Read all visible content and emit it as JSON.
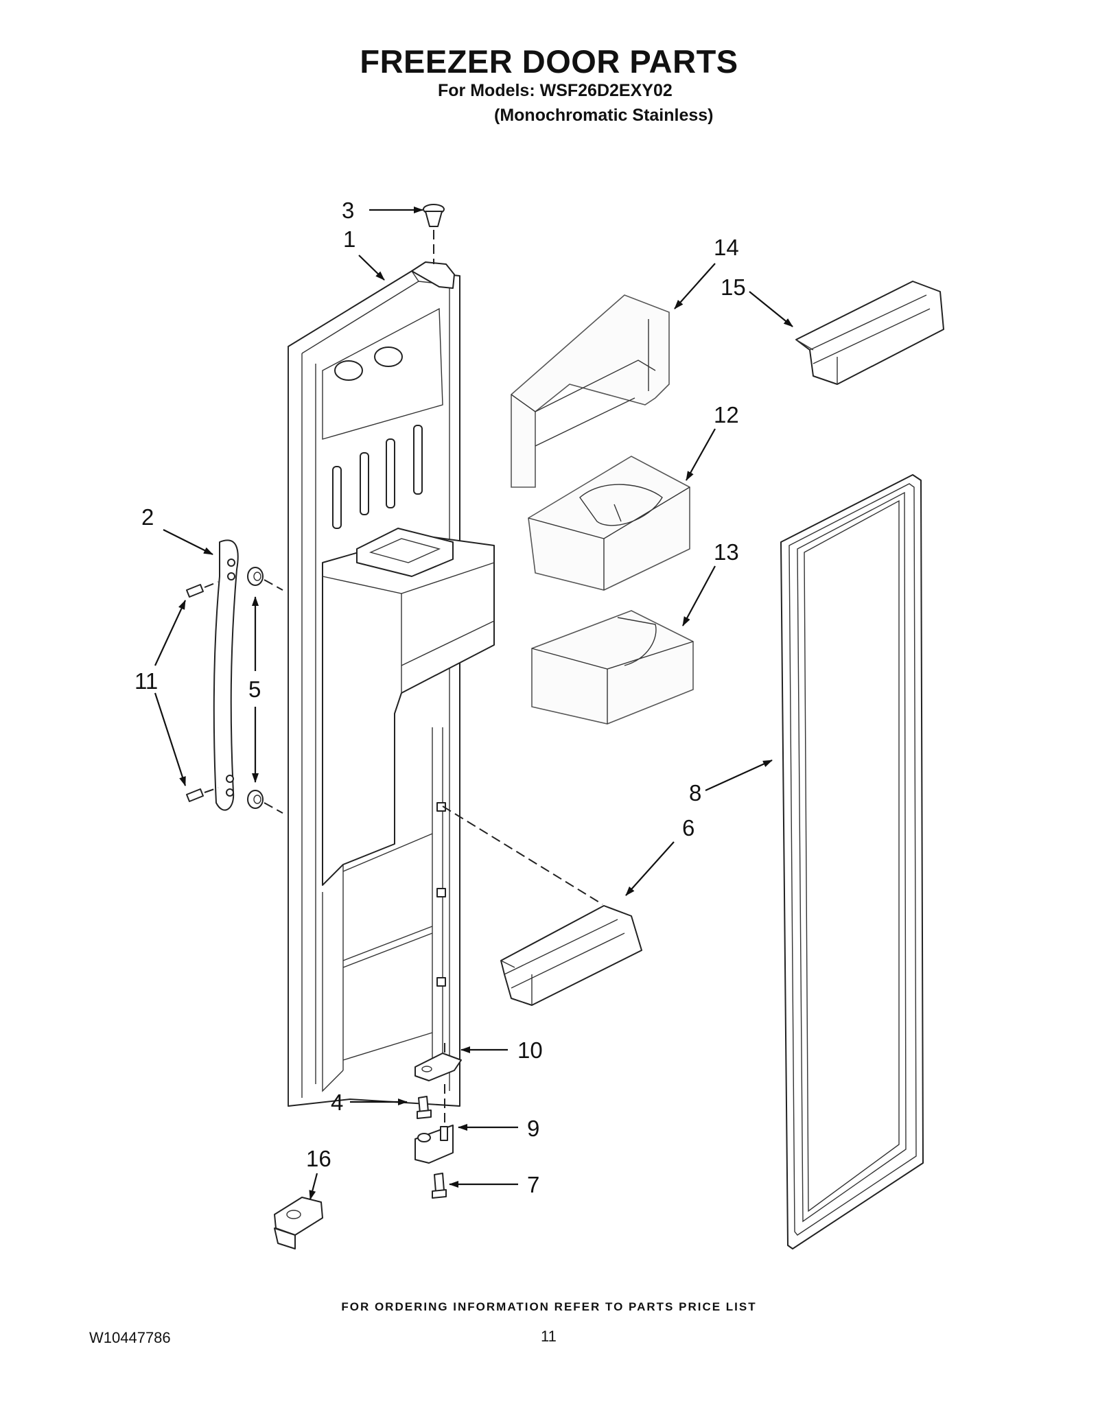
{
  "header": {
    "title": "FREEZER DOOR PARTS",
    "models_line": "For Models: WSF26D2EXY02",
    "variant_line": "(Monochromatic Stainless)"
  },
  "callouts": {
    "c1": "1",
    "c2": "2",
    "c3": "3",
    "c4": "4",
    "c5": "5",
    "c6": "6",
    "c7": "7",
    "c8": "8",
    "c9": "9",
    "c10": "10",
    "c11": "11",
    "c12": "12",
    "c13": "13",
    "c14": "14",
    "c15": "15",
    "c16": "16"
  },
  "footer": {
    "ordering_note": "FOR ORDERING INFORMATION REFER TO PARTS PRICE LIST",
    "document_number": "W10447786",
    "page_number": "11"
  }
}
